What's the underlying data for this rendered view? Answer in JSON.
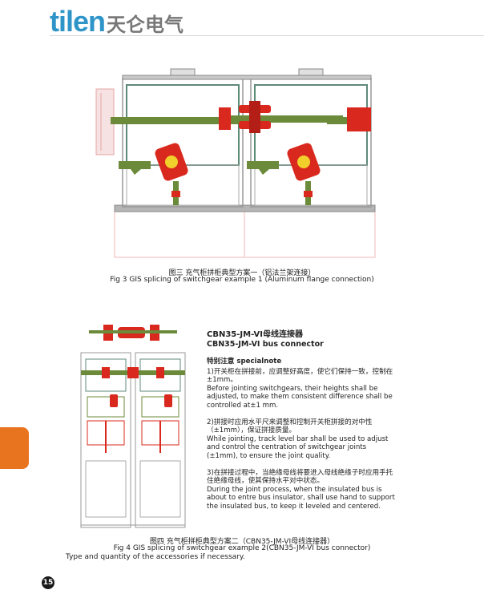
{
  "header": {
    "logo_en": "tilen",
    "logo_cn": "天仑电气"
  },
  "fig3": {
    "caption_cn": "图三  充气柜拼柜典型方案一（铝法兰架连接）",
    "caption_en": "Fig 3 GIS splicing of switchgear example 1 (Aluminum flange connection)"
  },
  "fig4": {
    "title_cn": "CBN35-JM-VI母线连接器",
    "title_en": "CBN35-JM-VI  bus connector",
    "note_head": "特别注意 specialnote",
    "note1_cn": "1)开关柜在拼接前，应调整好高度，使它们保持一致，控制在±1mm。",
    "note1_en": "Before jointing switchgears, their heights shall be adjusted, to make them consistent difference shall be controlled at±1 mm.",
    "note2_cn": "2)拼接时应用水平尺来调整和控制开关柜拼接的对中性（±1mm），保证拼接质量。",
    "note2_en": "While jointing, track level bar shall be used to adjust and control the centration of switchgear joints (±1mm), to ensure the joint quality.",
    "note3_cn": "3)在拼接过程中，当绝缘母线将要进入母线绝缘子时应用手托住绝缘母线，使其保持水平对中状态。",
    "note3_en": "During the joint process, when the insulated bus is about to entre bus insulator, shall use hand to support the insulated bus, to keep it leveled and centered.",
    "caption_cn": "图四  充气柜拼柜典型方案二（CBN35-JM-VI母线连接器）",
    "caption_en": "Fig 4  GIS splicing of switchgear example 2(CBN35-JM-VI bus connector)",
    "footnote": "Type and quantity of the accessories if necessary."
  },
  "footer": {
    "page_number": "15"
  },
  "colors": {
    "brand_blue": "#2f95c9",
    "accent_orange": "#e8741f",
    "drawing_red": "#d9281e",
    "drawing_green": "#6b8a3a"
  }
}
